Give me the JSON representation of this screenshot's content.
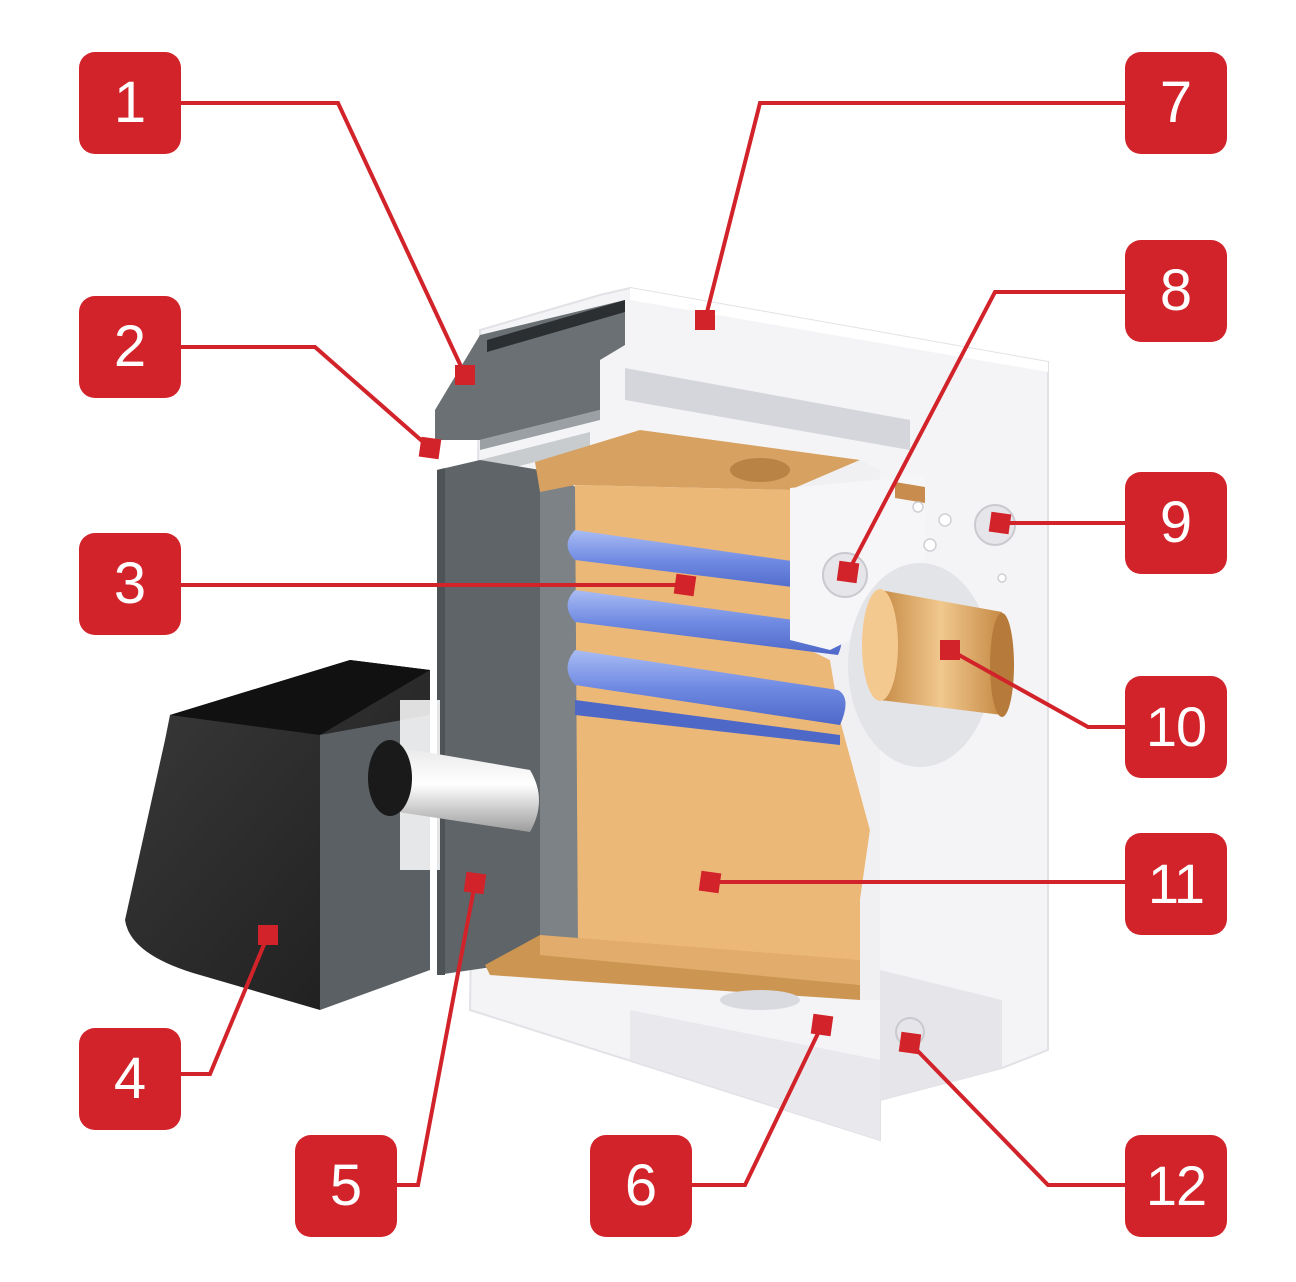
{
  "colors": {
    "callout": "#d2232a",
    "leader": "#d2232a",
    "casing": "#f3f3f5",
    "copper": "#e9b775",
    "copper_dark": "#c98f4c",
    "coil": "#6b86e0",
    "coil_light": "#9fb3f0",
    "steel": "#5f6568",
    "steel_light": "#7d8386",
    "burner": "#2a2a2a"
  },
  "callouts": [
    {
      "label": "1"
    },
    {
      "label": "2"
    },
    {
      "label": "3"
    },
    {
      "label": "4"
    },
    {
      "label": "5"
    },
    {
      "label": "6"
    },
    {
      "label": "7"
    },
    {
      "label": "8"
    },
    {
      "label": "9"
    },
    {
      "label": "10"
    },
    {
      "label": "11"
    },
    {
      "label": "12"
    }
  ]
}
